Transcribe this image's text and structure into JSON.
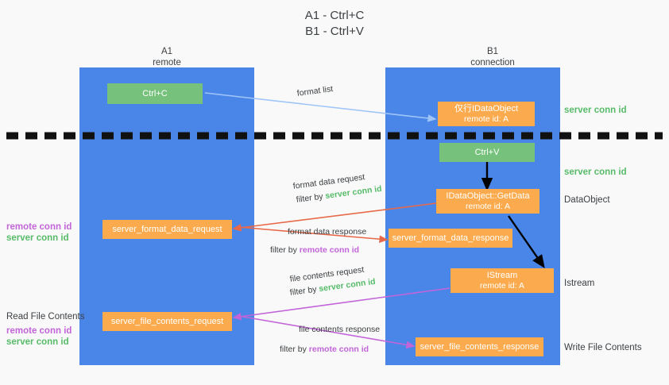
{
  "title": "A1 - Ctrl+C\nB1 - Ctrl+V",
  "columns": [
    {
      "name": "A1",
      "sub": "remote"
    },
    {
      "name": "B1",
      "sub": "connection"
    }
  ],
  "colors": {
    "lane": "#4a86e8",
    "green_box": "#76c27c",
    "orange_box": "#fbab4e",
    "server_conn_id": "#57bb69",
    "remote_conn_id": "#c265d8",
    "arrow_blue": "#9fc5f8",
    "arrow_red": "#e8694a",
    "arrow_magenta": "#c265d8",
    "arrow_black": "#000000",
    "background": "#f9f9f9"
  },
  "nodes": {
    "ctrl_c": {
      "label": "Ctrl+C",
      "style": "green"
    },
    "idataobject": {
      "label": "仅行IDataObject",
      "sub": "remote id: A",
      "style": "orange"
    },
    "ctrl_v": {
      "label": "Ctrl+V",
      "style": "green"
    },
    "getdata": {
      "label": "IDataObject::GetData",
      "sub": "remote id: A",
      "style": "orange"
    },
    "istream": {
      "label": "IStream",
      "sub": "remote id: A",
      "style": "orange"
    },
    "server_format_data_request": {
      "label": "server_format_data_request",
      "style": "orange"
    },
    "server_format_data_response": {
      "label": "server_format_data_response",
      "style": "orange"
    },
    "server_file_contents_request": {
      "label": "server_file_contents_request",
      "style": "orange"
    },
    "server_file_contents_response": {
      "label": "server_file_contents_response",
      "style": "orange"
    }
  },
  "right_annotations": [
    {
      "text": "server conn id",
      "kind": "green"
    },
    {
      "text": "server conn id",
      "kind": "green"
    },
    {
      "text": "DataObject",
      "kind": "plain"
    },
    {
      "text": "Istream",
      "kind": "plain"
    },
    {
      "text": "Write File Contents",
      "kind": "plain"
    }
  ],
  "left_annotations": {
    "mid": {
      "remote": "remote conn id",
      "server": "server conn id"
    },
    "lower": {
      "title": "Read File Contents",
      "remote": "remote conn id",
      "server": "server conn id"
    }
  },
  "edges": {
    "format_list": {
      "line1": "format list"
    },
    "format_data_request": {
      "line1": "format data request",
      "filter_prefix": "filter by ",
      "filter_value": "server conn id",
      "filter_kind": "green"
    },
    "format_data_response": {
      "line1": "format data response",
      "filter_prefix": "filter by ",
      "filter_value": "remote conn id",
      "filter_kind": "magenta"
    },
    "file_contents_request": {
      "line1": "file contents request",
      "filter_prefix": "filter by ",
      "filter_value": "server conn id",
      "filter_kind": "green"
    },
    "file_contents_response": {
      "line1": "file contents response",
      "filter_prefix": "filter by ",
      "filter_value": "remote conn id",
      "filter_kind": "magenta"
    }
  }
}
